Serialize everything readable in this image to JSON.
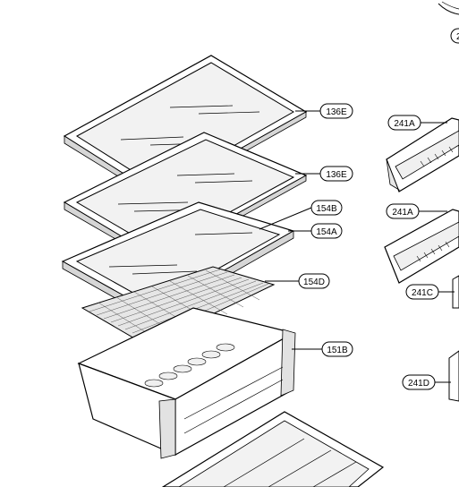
{
  "labels": {
    "shelf_top": "136E",
    "shelf_mid": "136E",
    "glass_insert": "154B",
    "shelf_frame": "154A",
    "grid_cover": "154D",
    "crisper_drawer": "151B",
    "door_bin_a1": "241A",
    "door_bin_a2": "241A",
    "door_bin_c": "241C",
    "door_bin_d": "241D",
    "partial_top": "2"
  }
}
